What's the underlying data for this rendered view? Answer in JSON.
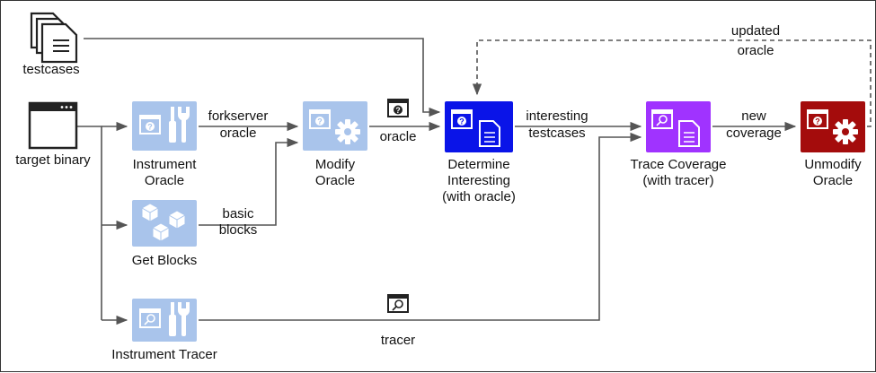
{
  "labels": {
    "testcases": "testcases",
    "target_binary": "target binary",
    "instrument_oracle": [
      "Instrument",
      "Oracle"
    ],
    "get_blocks": "Get Blocks",
    "instrument_tracer": "Instrument Tracer",
    "modify_oracle": [
      "Modify",
      "Oracle"
    ],
    "determine_interesting": [
      "Determine",
      "Interesting",
      "(with oracle)"
    ],
    "trace_coverage": [
      "Trace Coverage",
      "(with tracer)"
    ],
    "unmodify_oracle": [
      "Unmodify",
      "Oracle"
    ]
  },
  "edges": {
    "forkserver_oracle": [
      "forkserver",
      "oracle"
    ],
    "basic_blocks": [
      "basic",
      "blocks"
    ],
    "oracle": "oracle",
    "interesting_testcases": [
      "interesting",
      "testcases"
    ],
    "new_coverage": [
      "new",
      "coverage"
    ],
    "updated_oracle": [
      "updated",
      "oracle"
    ],
    "tracer": "tracer"
  },
  "colors": {
    "light_blue": "#a9c4eb",
    "bright_blue": "#0a14e8",
    "purple": "#a033ff",
    "dark_red": "#a40c0c",
    "line": "#555555"
  },
  "icons": {
    "question": "question-mark-window",
    "wrench": "wrench",
    "screwdriver": "screwdriver",
    "gear": "gear",
    "document": "document",
    "magnifier": "magnifier",
    "cubes": "cubes"
  }
}
